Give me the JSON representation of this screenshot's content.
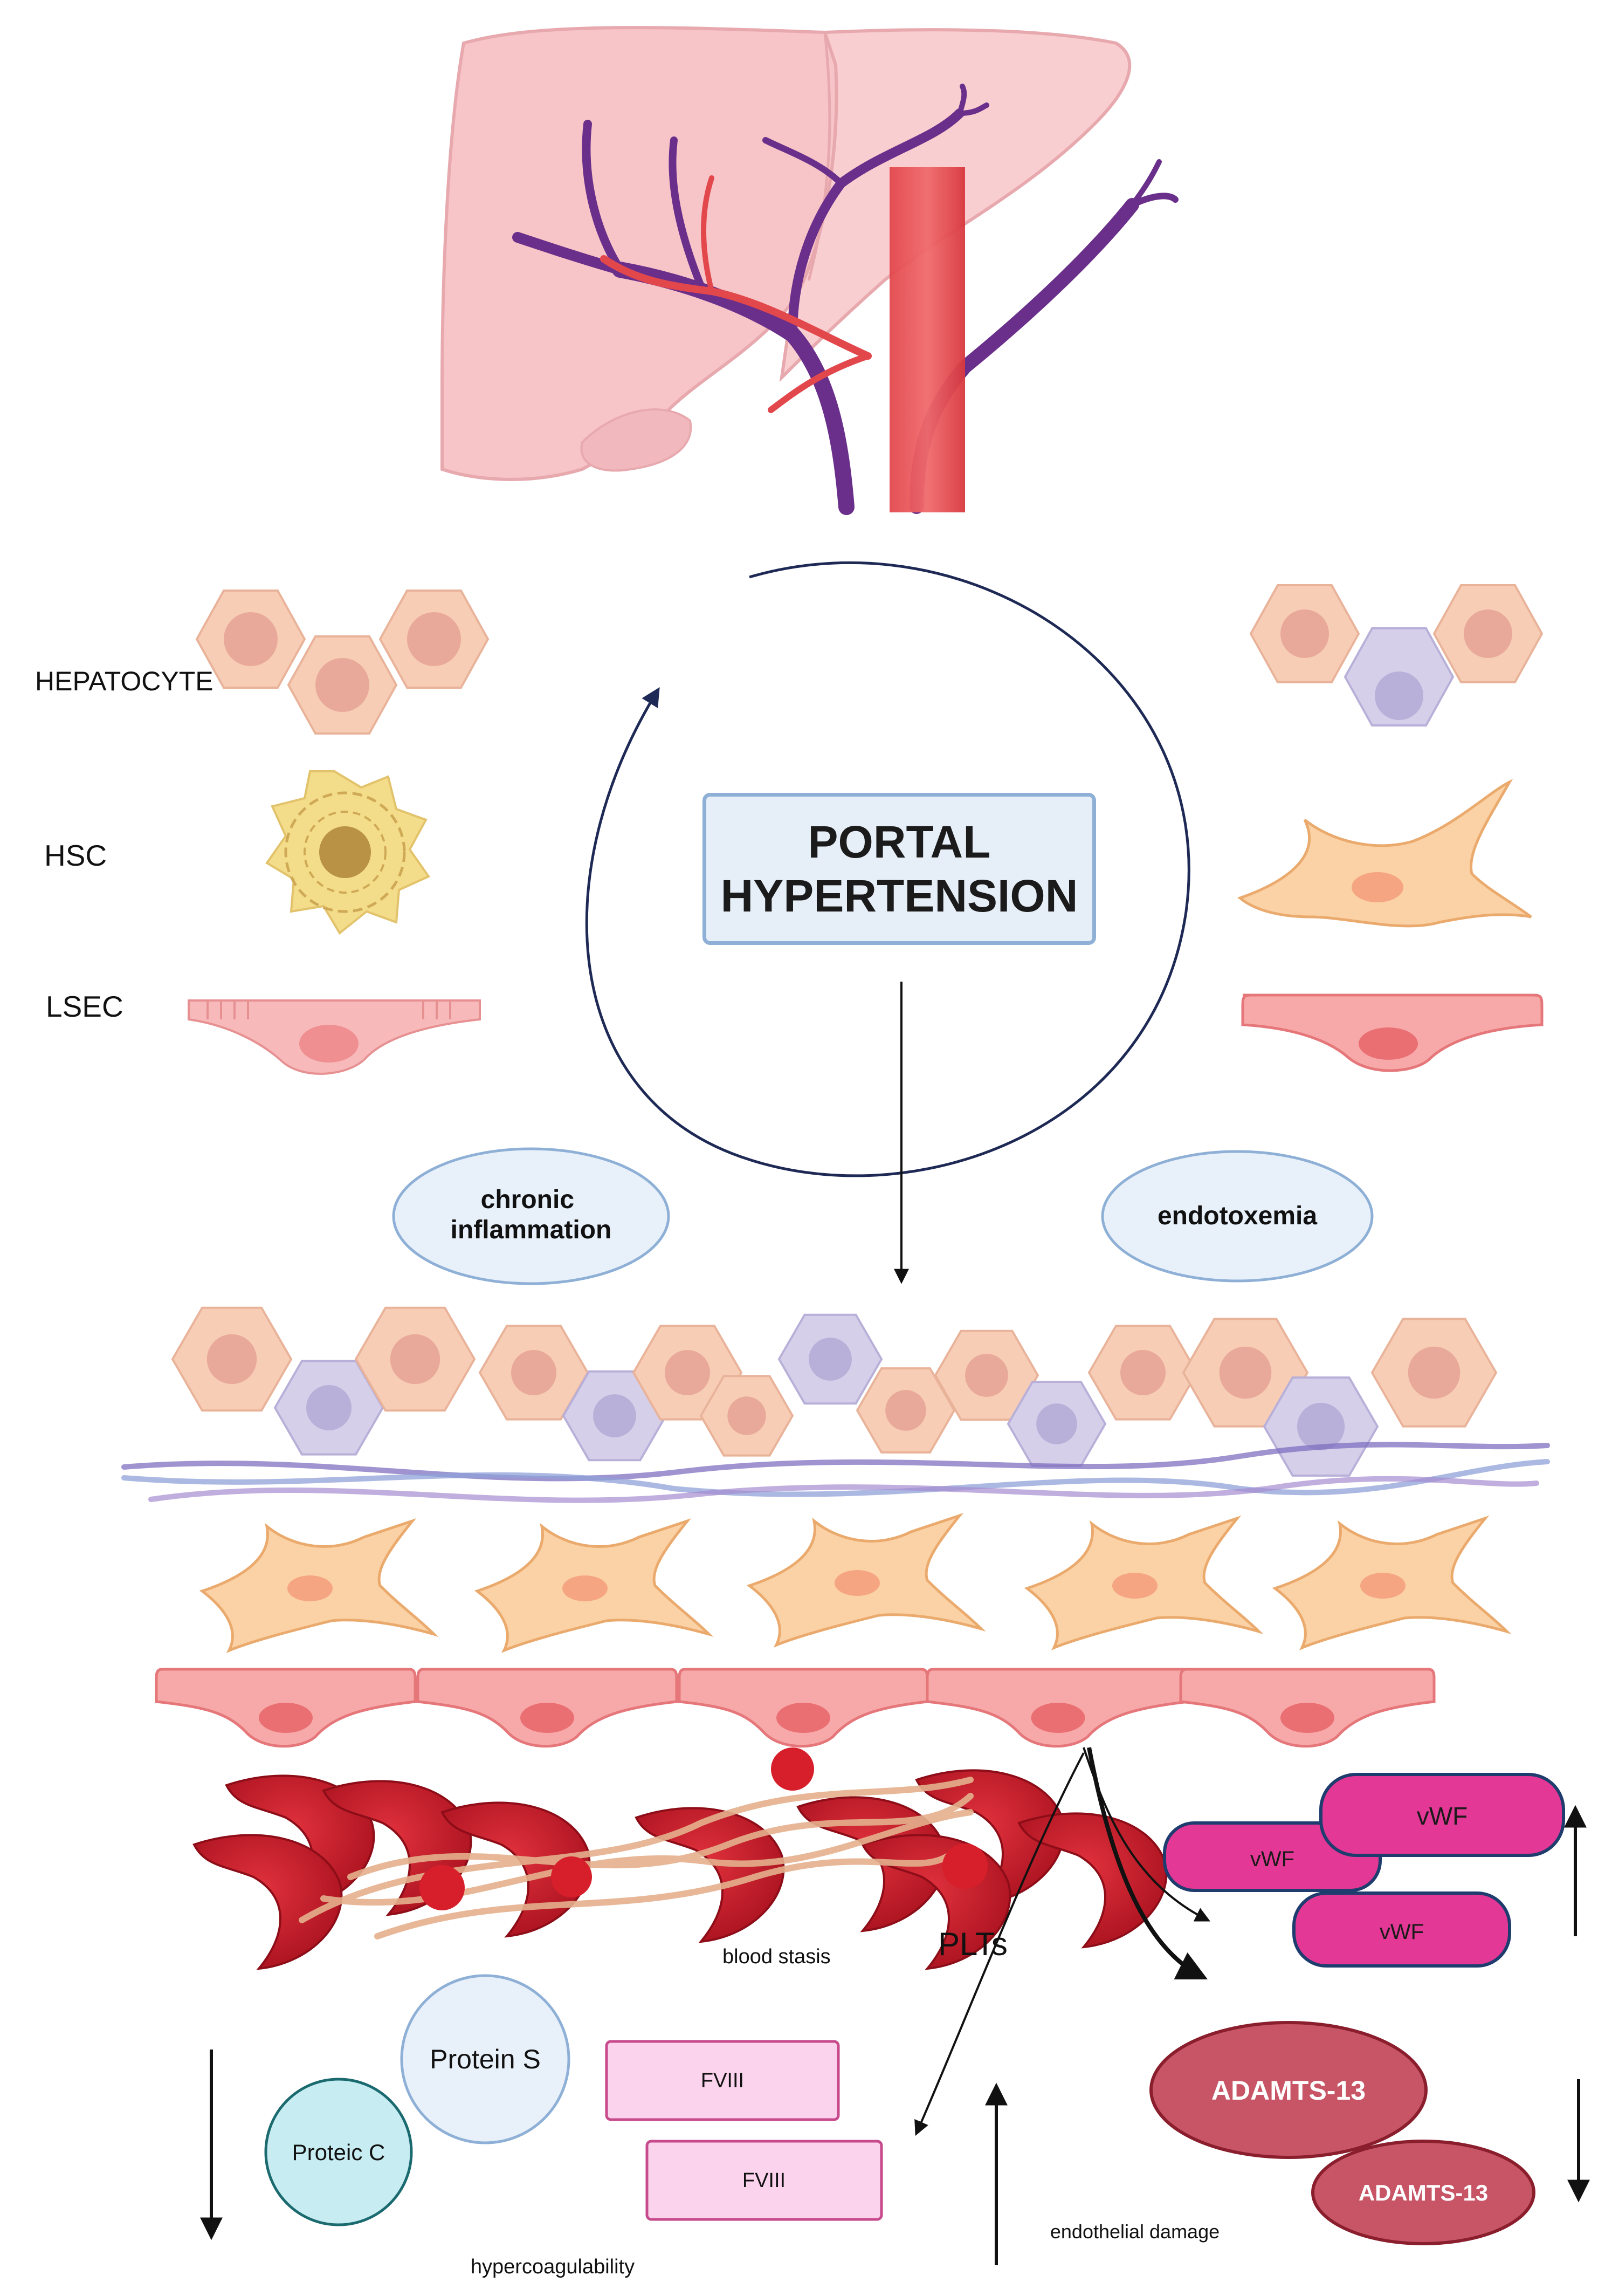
{
  "title": "PORTAL\nHYPERTENSION",
  "cell_labels": {
    "hepatocyte": "HEPATOCYTE",
    "hsc": "HSC",
    "lsec": "LSEC"
  },
  "drivers": {
    "inflammation": [
      "chronic",
      "inflammation"
    ],
    "endotoxemia": "endotoxemia"
  },
  "clot": {
    "blood_stasis": "blood stasis",
    "platelets": "PLTs"
  },
  "factors": {
    "protein_s": "Protein S",
    "protein_c": "Proteic C",
    "fviii_1": "FVIII",
    "fviii_2": "FVIII",
    "vwf_1": "vWF",
    "vwf_2": "vWF",
    "vwf_3": "vWF",
    "adamts_1": "ADAMTS-13",
    "adamts_2": "ADAMTS-13"
  },
  "outcomes": {
    "hypercoagulability": "hypercoagulability",
    "endothelial_damage": "endothelial damage"
  },
  "colors": {
    "hepatocyte": "#f7cdb6",
    "hepatocyte_nucleus": "#e9a99a",
    "activated_cell": "#d5cfe9",
    "hsc_quiescent": "#f3dc8a",
    "hsc_activated": "#fbd2a5",
    "lsec": "#f7a9aa",
    "rbc": "#c81c2a",
    "vwf": "#e33895",
    "adamts": "#c75566",
    "fviii": "#fbd3ec",
    "protein_s": "#e8f0fa",
    "protein_c": "#c7ecf1",
    "liver": "#f7c4c8",
    "artery": "#e2474c",
    "vein": "#6a2f8a"
  }
}
